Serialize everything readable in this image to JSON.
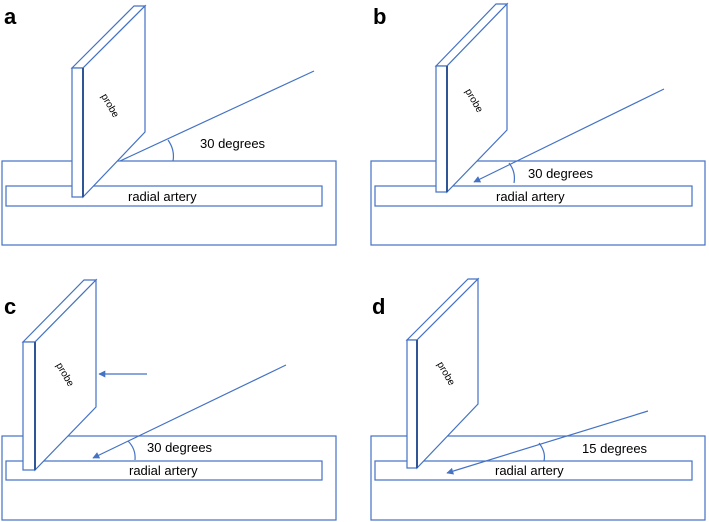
{
  "colors": {
    "stroke": "#4472c4",
    "fill": "#ffffff",
    "text": "#000000"
  },
  "panels": [
    {
      "letter": "a",
      "angle_label": "30 degrees",
      "vessel_label": "radial artery",
      "probe_label": "probe"
    },
    {
      "letter": "b",
      "angle_label": "30 degrees",
      "vessel_label": "radial artery",
      "probe_label": "probe"
    },
    {
      "letter": "c",
      "angle_label": "30 degrees",
      "vessel_label": "radial artery",
      "probe_label": "probe"
    },
    {
      "letter": "d",
      "angle_label": "15 degrees",
      "vessel_label": "radial artery",
      "probe_label": "probe"
    }
  ]
}
